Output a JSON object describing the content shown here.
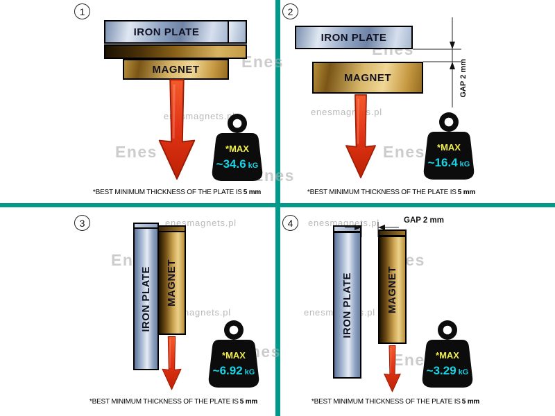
{
  "labels": {
    "iron_plate": "IRON PLATE",
    "magnet": "MAGNET",
    "max": "*MAX",
    "unit": "kG",
    "gap": "GAP",
    "gap_value": "2 mm"
  },
  "footnote": {
    "prefix": "*BEST MINIMUM THICKNESS OF THE PLATE IS",
    "bold": "5 mm"
  },
  "watermarks": {
    "site": "enesmagnets.pl",
    "logo": "Enes"
  },
  "panels": [
    {
      "number": "1",
      "value": "~34.6"
    },
    {
      "number": "2",
      "value": "~16.4"
    },
    {
      "number": "3",
      "value": "~6.92"
    },
    {
      "number": "4",
      "value": "~3.29"
    }
  ],
  "colors": {
    "divider_teal": "#00998a",
    "arrow_red": "#e03315",
    "weight_black": "#0c0c0c",
    "weight_max_yellow": "#f2ef4b",
    "weight_value_cyan": "#19d3e6",
    "magnet_gold": "#d9b360",
    "plate_steel": "#9fb2cd"
  }
}
